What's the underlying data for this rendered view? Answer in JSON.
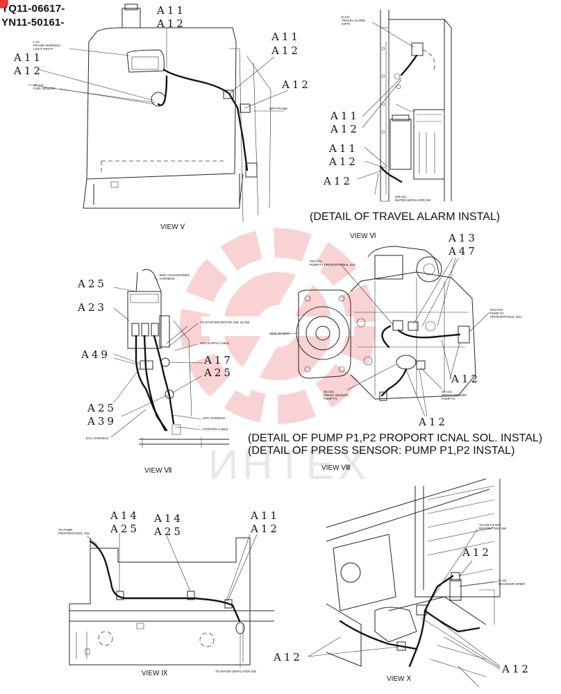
{
  "serials": [
    "YQ11-06617-",
    "YN11-50161-"
  ],
  "views": {
    "v": {
      "label": "VIEW Ⅴ",
      "callouts": [
        "A11",
        "A12",
        "A11",
        "A12",
        "A11",
        "A12",
        "A12"
      ],
      "notes": [
        "L-21",
        "FRAME WORKING",
        "LIGHT RIGHT",
        "SE-121",
        "FUEL SENSOR",
        "UPP FRAME"
      ]
    },
    "vi": {
      "label": "VIEW Ⅵ",
      "detail": "(DETAIL OF TRAVEL ALARM INSTAL)",
      "callouts": [
        "A11",
        "A12",
        "A11",
        "A12",
        "A12"
      ],
      "notes": [
        "E-121",
        "TRAVEL ALARM",
        "(OPT)",
        "SW-231",
        "WATER SEPALATER SW"
      ]
    },
    "vii": {
      "label": "VIEW Ⅶ",
      "callouts": [
        "A25",
        "A23",
        "A49",
        "A17",
        "A25",
        "A25",
        "A39"
      ],
      "notes": [
        "ENG ACCESSORIES",
        "HARNESS",
        "TO STARTER MOTOR AND GLOW",
        "ENG EARTH CABLE",
        "UPP HARNESS",
        "STARTER CABLE",
        "ECU HARNESS"
      ]
    },
    "viii": {
      "label": "VIEW Ⅷ",
      "details": [
        "(DETAIL OF PUMP P1,P2 PROPORT ICNAL SOL. INSTAL)",
        "(DETAIL OF PRESS SENSOR: PUMP P1,P2  INSTAL)"
      ],
      "callouts": [
        "A13",
        "A47",
        "A12",
        "A12"
      ],
      "notes": [
        "PSV-P11",
        "PUMP P1 PROPORTIONAL SOL",
        "PSV-P21",
        "PUMP P2",
        "PROPORTIONAL SOL",
        "SIDE OF ENG",
        "SE-221",
        "PRESS SENSOR:",
        "PUMP P1",
        "SE-231",
        "PRESS SENSOR:",
        "PUMP P2"
      ]
    },
    "ix": {
      "label": "VIEW Ⅸ",
      "callouts": [
        "A14",
        "A25",
        "A14",
        "A25",
        "A11",
        "A12"
      ],
      "notes": [
        "TO PUMP",
        "PROPORTIONAL SOL",
        "TO WATER SEPALATER SW"
      ]
    },
    "x": {
      "label": "VIEW Ⅹ",
      "callouts": [
        "A12",
        "A12",
        "A12"
      ],
      "notes": [
        "TO AIR FILTER",
        "RESTRICTION SW",
        "E-101",
        "RECEIVER DRIER"
      ]
    }
  },
  "colors": {
    "watermark": "#e8383d",
    "line": "#222222"
  }
}
